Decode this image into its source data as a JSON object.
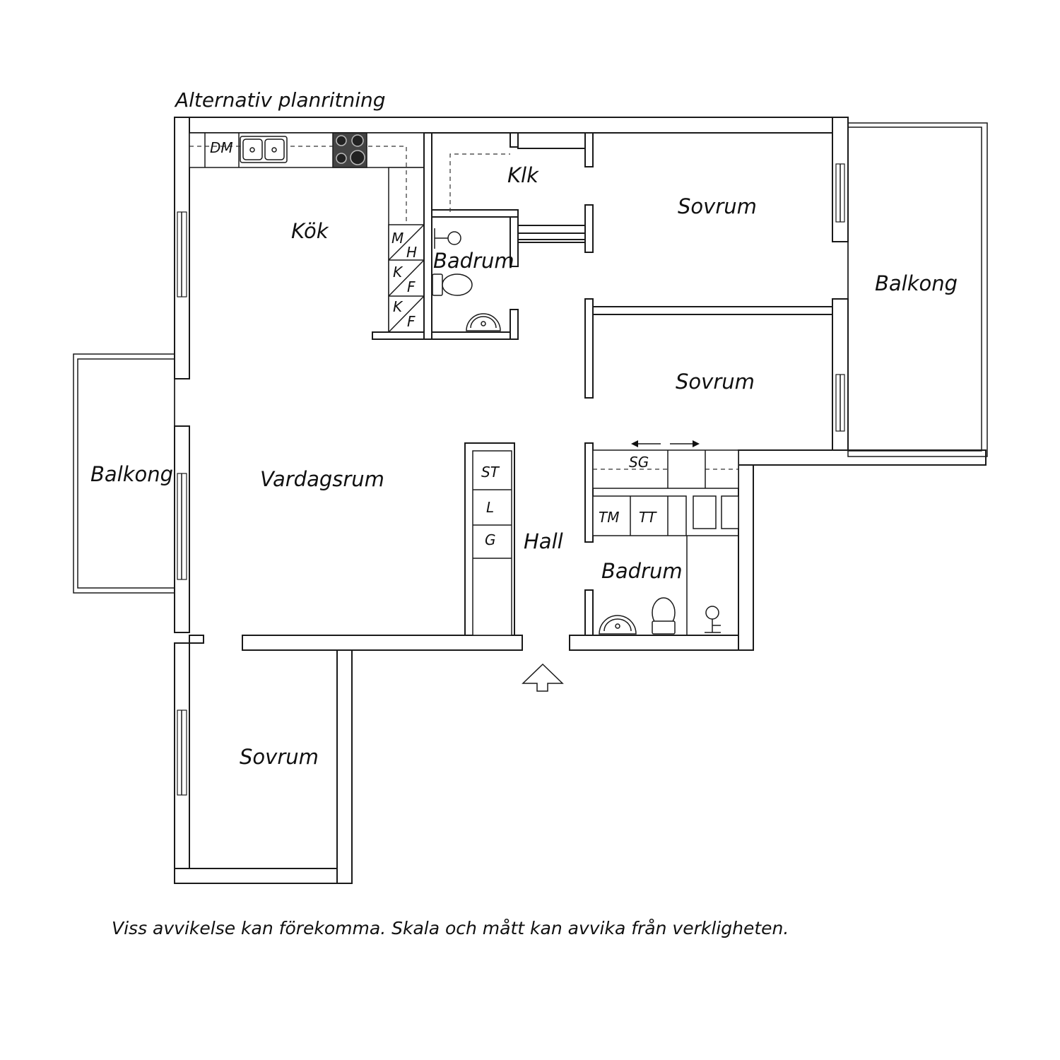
{
  "plan": {
    "title": "Alternativ planritning",
    "disclaimer": "Viss avvikelse kan förekomma. Skala och mått kan avvika från verkligheten.",
    "rooms": {
      "kok": "Kök",
      "klk": "Klk",
      "sovrum_top": "Sovrum",
      "sovrum_mid": "Sovrum",
      "sovrum_bottom": "Sovrum",
      "badrum_small": "Badrum",
      "badrum_large": "Badrum",
      "balkong_right": "Balkong",
      "balkong_left": "Balkong",
      "vardagsrum": "Vardagsrum",
      "hall": "Hall"
    },
    "fixtures": {
      "dm": "DM",
      "m": "M",
      "h": "H",
      "k1": "K",
      "f1": "F",
      "k2": "K",
      "f2": "F",
      "st": "ST",
      "l": "L",
      "g": "G",
      "sg": "SG",
      "tm": "TM",
      "tt": "TT"
    },
    "icons": [
      "sink-icon",
      "stove-icon",
      "toilet-icon",
      "washbasin-icon",
      "shower-icon",
      "entrance-arrow-icon",
      "sliding-door-arrow-icon"
    ]
  }
}
